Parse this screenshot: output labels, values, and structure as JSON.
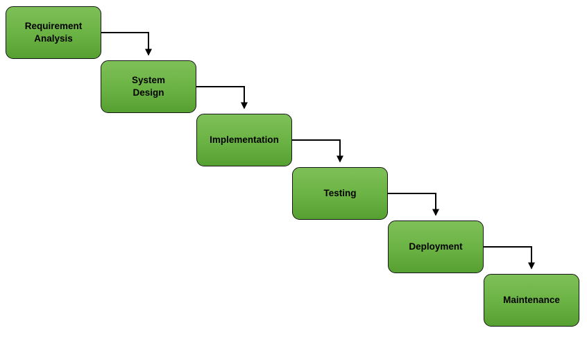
{
  "diagram": {
    "type": "waterfall-process-flow",
    "background_color": "#ffffff",
    "box_border_color": "#141414",
    "box_fill_top_color": "#7ec058",
    "box_fill_bottom_color": "#569f31",
    "arrow_color": "#000000",
    "stages": [
      {
        "id": "requirement-analysis",
        "label": "Requirement\nAnalysis"
      },
      {
        "id": "system-design",
        "label": "System\nDesign"
      },
      {
        "id": "implementation",
        "label": "Implementation"
      },
      {
        "id": "testing",
        "label": "Testing"
      },
      {
        "id": "deployment",
        "label": "Deployment"
      },
      {
        "id": "maintenance",
        "label": "Maintenance"
      }
    ],
    "connections": [
      {
        "from": "Requirement Analysis",
        "to": "System Design"
      },
      {
        "from": "System Design",
        "to": "Implementation"
      },
      {
        "from": "Implementation",
        "to": "Testing"
      },
      {
        "from": "Testing",
        "to": "Deployment"
      },
      {
        "from": "Deployment",
        "to": "Maintenance"
      }
    ]
  }
}
